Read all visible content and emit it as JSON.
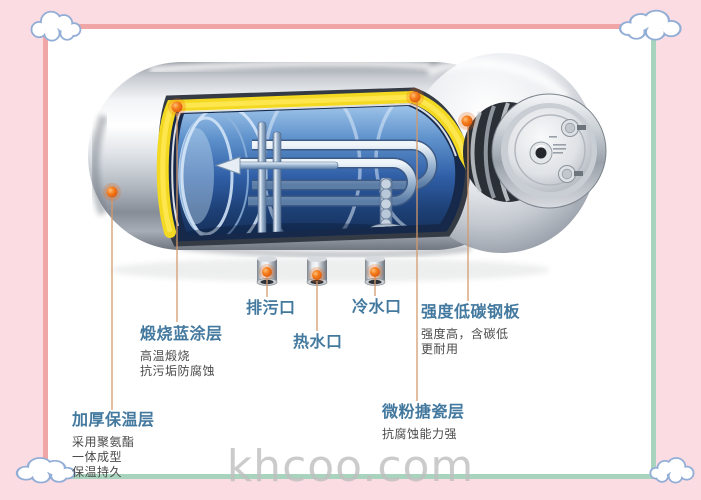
{
  "watermark": "khcoo.com",
  "callouts": {
    "blue_coating": {
      "label": "煅烧蓝涂层",
      "sub": [
        "高温煅烧",
        "抗污垢防腐蚀"
      ]
    },
    "drain_port": {
      "label": "排污口"
    },
    "hot_water_port": {
      "label": "热水口"
    },
    "cold_water_port": {
      "label": "冷水口"
    },
    "steel_plate": {
      "label": "强度低碳钢板",
      "sub": [
        "强度高，含碳低",
        "更耐用"
      ]
    },
    "insulation": {
      "label": "加厚保温层",
      "sub": [
        "采用聚氨酯",
        "一体成型",
        "保温持久"
      ]
    },
    "enamel": {
      "label": "微粉搪瓷层",
      "sub": [
        "抗腐蚀能力强"
      ]
    }
  },
  "colors": {
    "label_blue": "#44799f",
    "sub_text": "#4a4a4a",
    "marker_orange": "#f0670e",
    "callout_line": "#d49a6a",
    "background_pink": "#fbdce2",
    "frame_salmon": "#f0a6a6",
    "frame_green": "#a8d4be",
    "insulation_yellow": "#f3d921",
    "tank_blue": "#2f5ea6"
  }
}
